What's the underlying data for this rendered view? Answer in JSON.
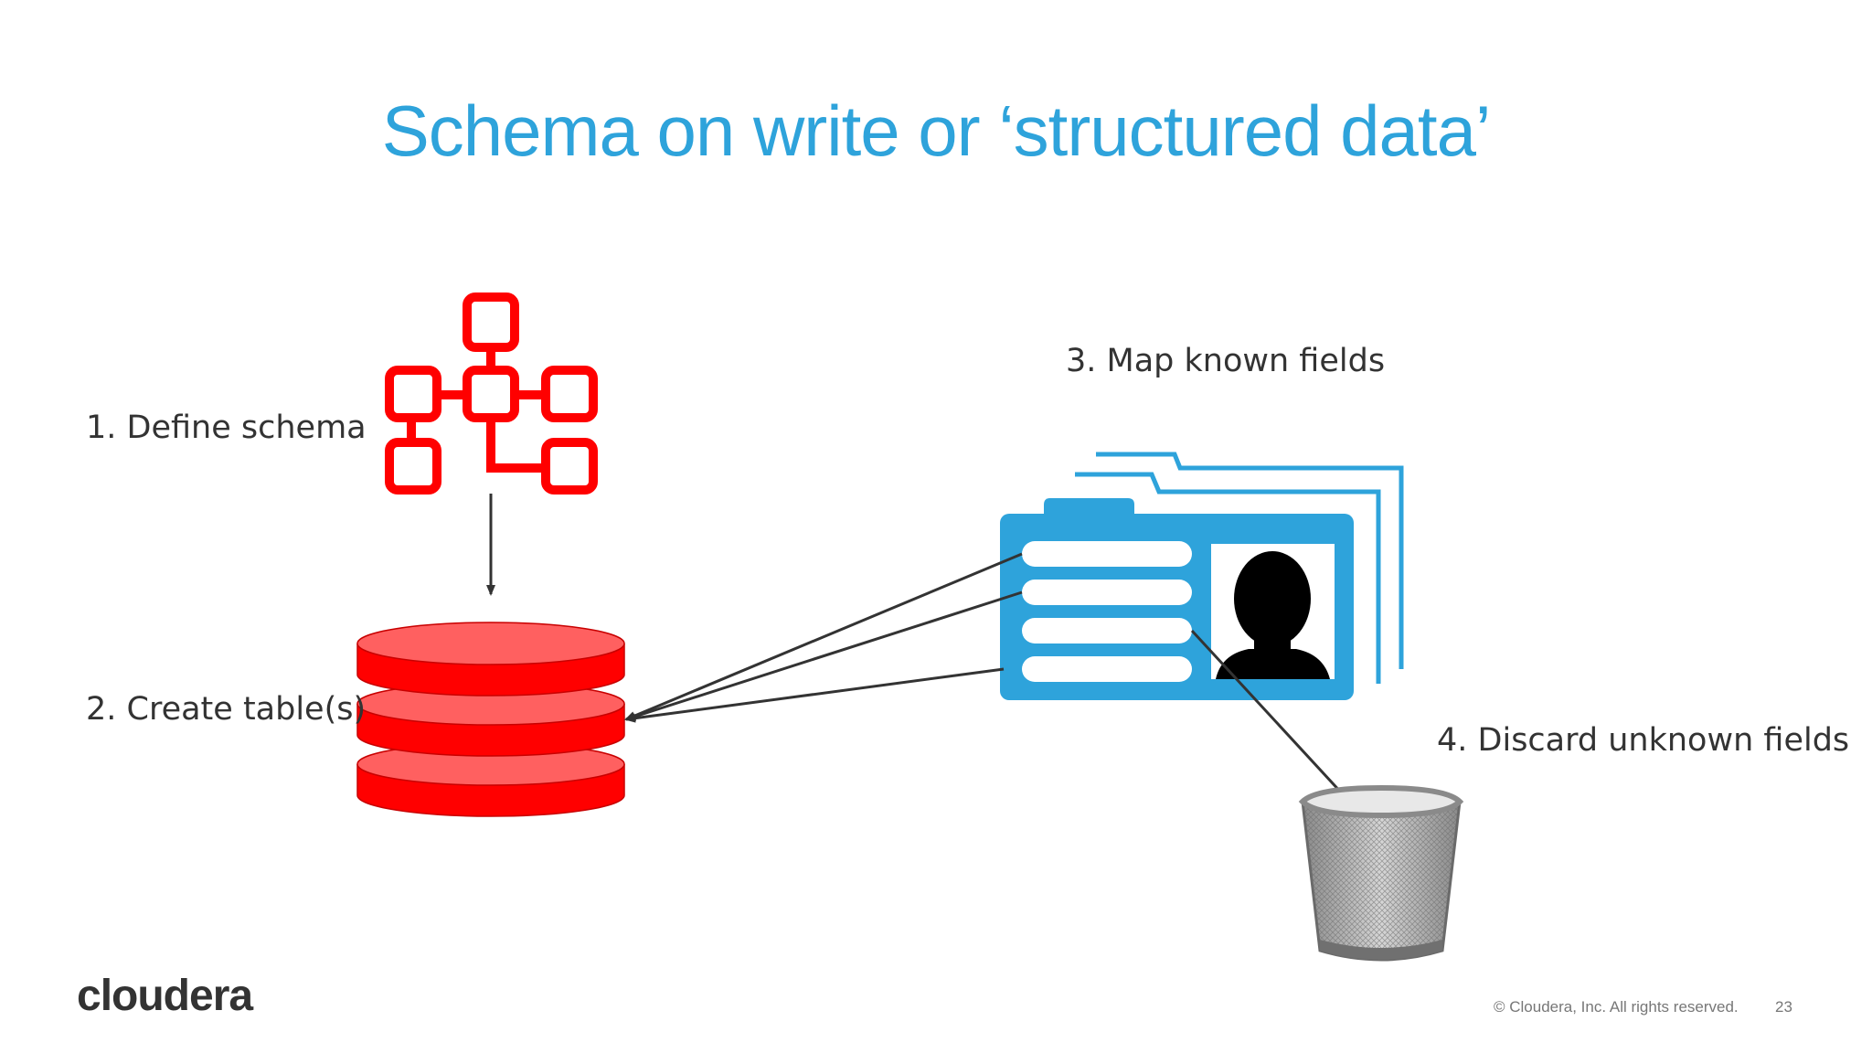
{
  "slide": {
    "title": "Schema on write or ‘structured data’",
    "steps": [
      "1. Define schema",
      "2. Create table(s)",
      "3. Map known fields",
      "4. Discard unknown fields"
    ]
  },
  "footer": {
    "logo": "cloudera",
    "copyright": "© Cloudera, Inc. All rights reserved.",
    "page_number": "23"
  },
  "colors": {
    "title": "#2ea3db",
    "schema_red": "#ff0000",
    "card_blue": "#2ea3db",
    "text": "#333333"
  },
  "icons": [
    "schema-diagram-icon",
    "database-icon",
    "id-card-icon",
    "trash-bin-icon"
  ]
}
